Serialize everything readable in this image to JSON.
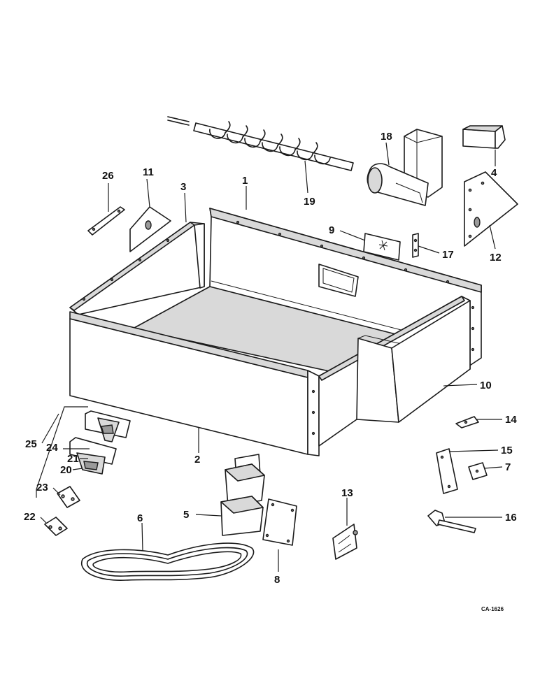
{
  "callouts": [
    "1",
    "2",
    "3",
    "4",
    "5",
    "6",
    "7",
    "8",
    "9",
    "10",
    "11",
    "12",
    "13",
    "14",
    "15",
    "16",
    "17",
    "18",
    "19",
    "20",
    "21",
    "22",
    "23",
    "24",
    "25",
    "26"
  ],
  "drawing_code": "CA-1626"
}
